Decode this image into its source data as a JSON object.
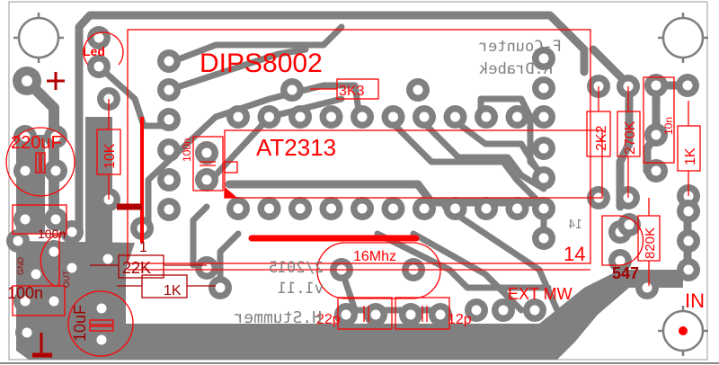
{
  "board": {
    "kind": "PCB layout (copper + silkscreen)",
    "colors": {
      "copper": "#808080",
      "silkscreen": "#ff0000",
      "silkscreen_dark": "#a00000",
      "background": "#ffffff"
    }
  },
  "copper_text": {
    "title_line1": "F-Counter",
    "title_line2": "R.Drabek",
    "date": "2/2015",
    "version": "v1.11",
    "author": "H.Stummer",
    "pin_mark": "14"
  },
  "components": {
    "module": "DIPS8002",
    "mcu": "AT2313",
    "led": "Led",
    "r_3k3": "3K3",
    "r_10k": "10K",
    "c_100n_mcu": "100n",
    "c_220uf": "220uF",
    "c_100n_reg": "100n",
    "c_100n_left": "100n",
    "reg_gnd": "GND",
    "reg_out": "OUT",
    "reg_in": "IN",
    "c_10uf": "10uF",
    "r_22k": "22K",
    "r_1k_bottom": "1K",
    "crystal": "16Mhz",
    "c_22p": "22p",
    "c_12p": "12p",
    "ext_mw": "EXT MW",
    "pin14": "14",
    "transistor": "547",
    "r_2k2": "2K2",
    "r_270k": "270K",
    "c_10n": "10n",
    "r_1k_right": "1K",
    "r_820k": "820K",
    "input": "IN",
    "pin1": "1",
    "plus": "+",
    "ground": "⊥"
  },
  "icons": {
    "mounting_hole": "mounting-hole-icon",
    "bnc_input": "bnc-connector-icon"
  }
}
